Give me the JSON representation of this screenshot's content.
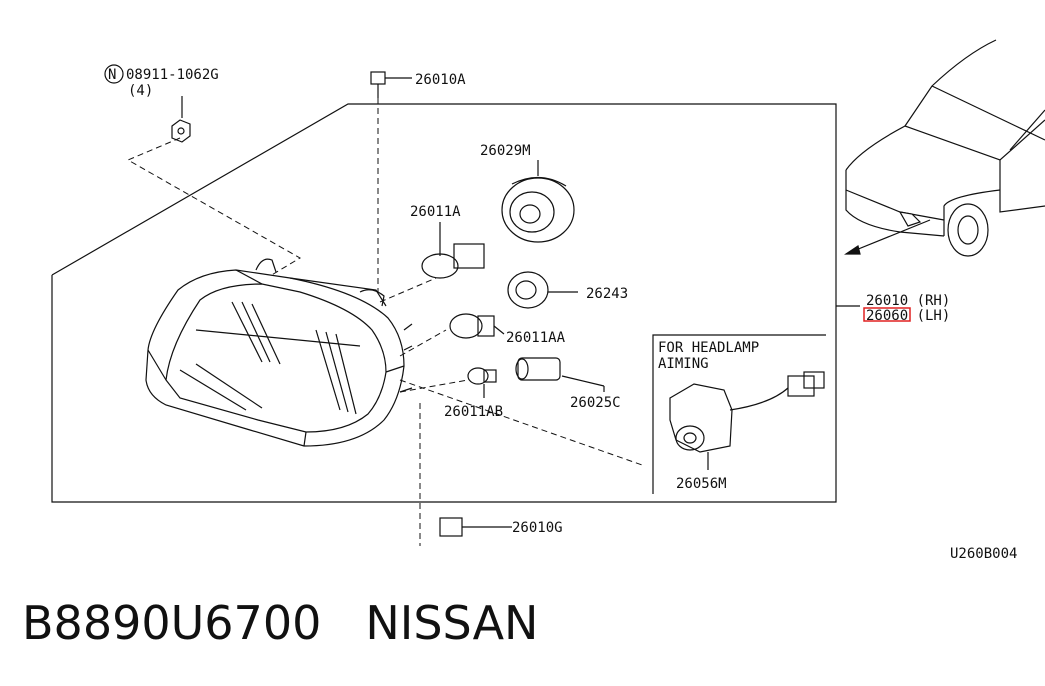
{
  "diagram": {
    "parts": {
      "p08911": "08911-1062G",
      "p08911_qty": "(4)",
      "p26010A": "26010A",
      "p26029M": "26029M",
      "p26011A": "26011A",
      "p26243": "26243",
      "p26011AA": "26011AA",
      "p26011AB": "26011AB",
      "p26025C": "26025C",
      "p26056M": "26056M",
      "p26010G": "26010G",
      "assembly_rh": "26010 (RH)",
      "assembly_lh": "26060 (LH)"
    },
    "note_line1": "FOR HEADLAMP",
    "note_line2": "AIMING",
    "figure_code": "U260B004",
    "n_symbol": "N",
    "highlight_color": "#e02020",
    "line_color": "#111111"
  },
  "caption": {
    "part_number": "B8890U6700",
    "brand": "NISSAN"
  }
}
